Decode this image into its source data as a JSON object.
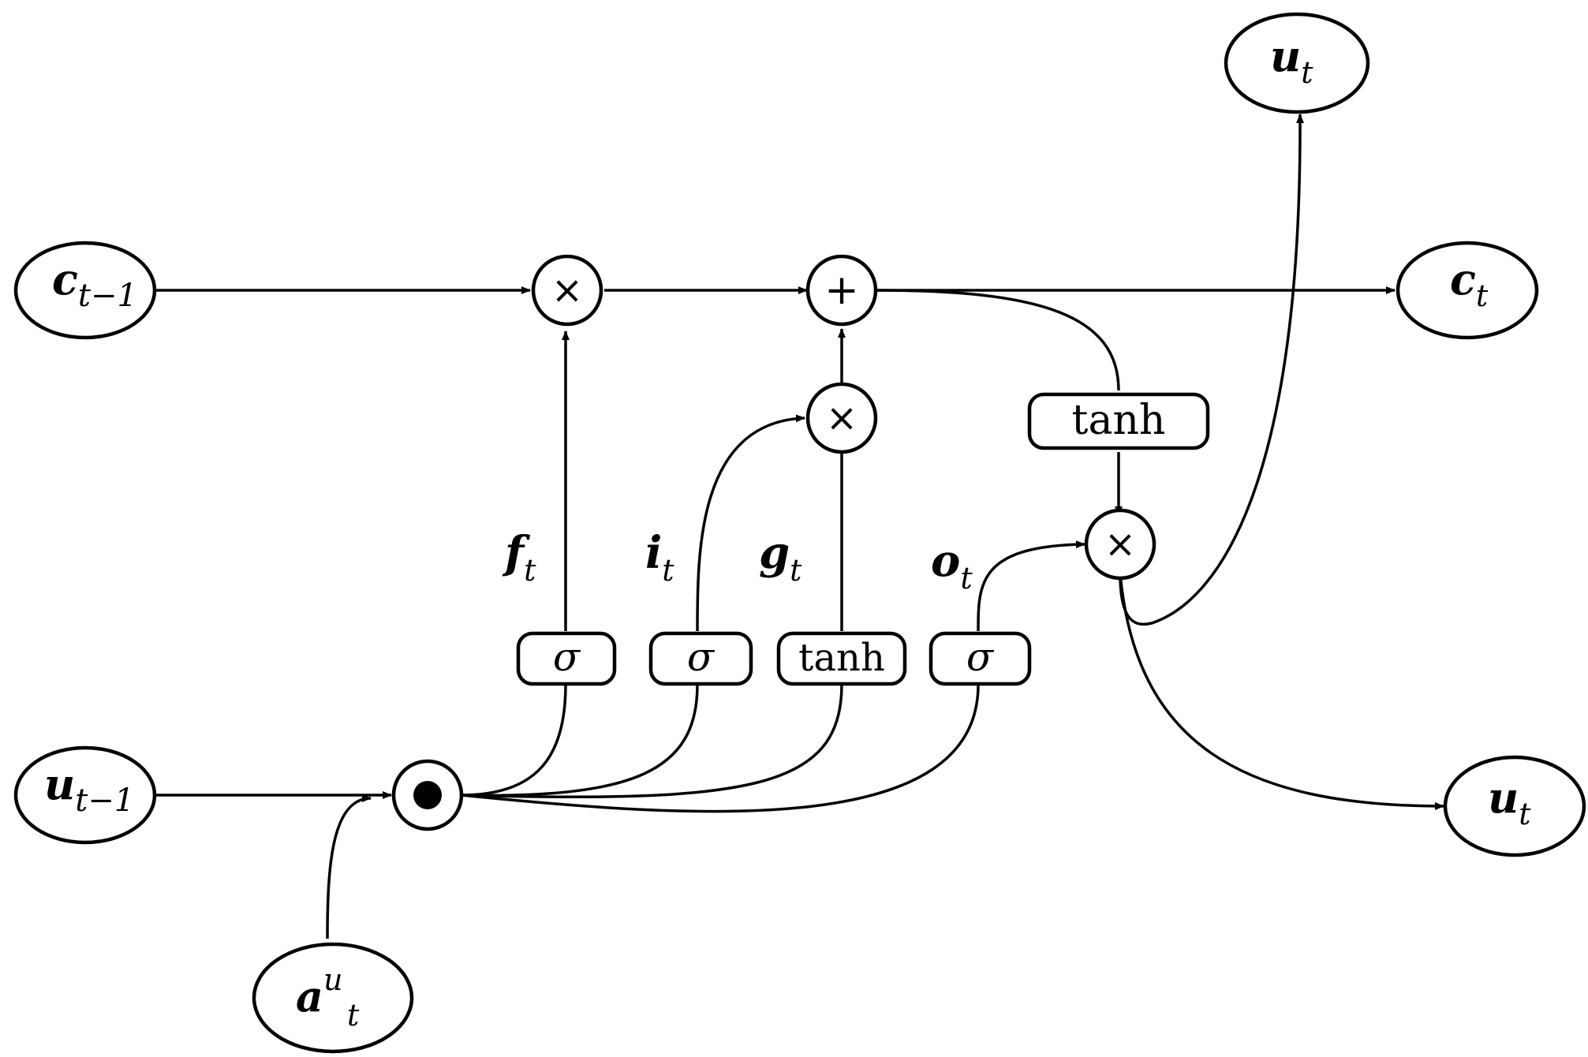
{
  "nodes": {
    "c_prev": {
      "main": "c",
      "sub": "t−1"
    },
    "u_prev": {
      "main": "u",
      "sub": "t−1"
    },
    "a_input": {
      "main": "a",
      "sup": "u",
      "sub": "t"
    },
    "c_next": {
      "main": "c",
      "sub": "t"
    },
    "u_out_top": {
      "main": "u",
      "sub": "t"
    },
    "u_out_right": {
      "main": "u",
      "sub": "t"
    }
  },
  "operators": {
    "mult": "×",
    "add": "+"
  },
  "activations": {
    "forget": "σ",
    "input": "σ",
    "candidate": "tanh",
    "output": "σ",
    "cell": "tanh"
  },
  "gates": {
    "f": {
      "main": "f",
      "sub": "t"
    },
    "i": {
      "main": "i",
      "sub": "t"
    },
    "g": {
      "main": "g",
      "sub": "t"
    },
    "o": {
      "main": "o",
      "sub": "t"
    }
  }
}
